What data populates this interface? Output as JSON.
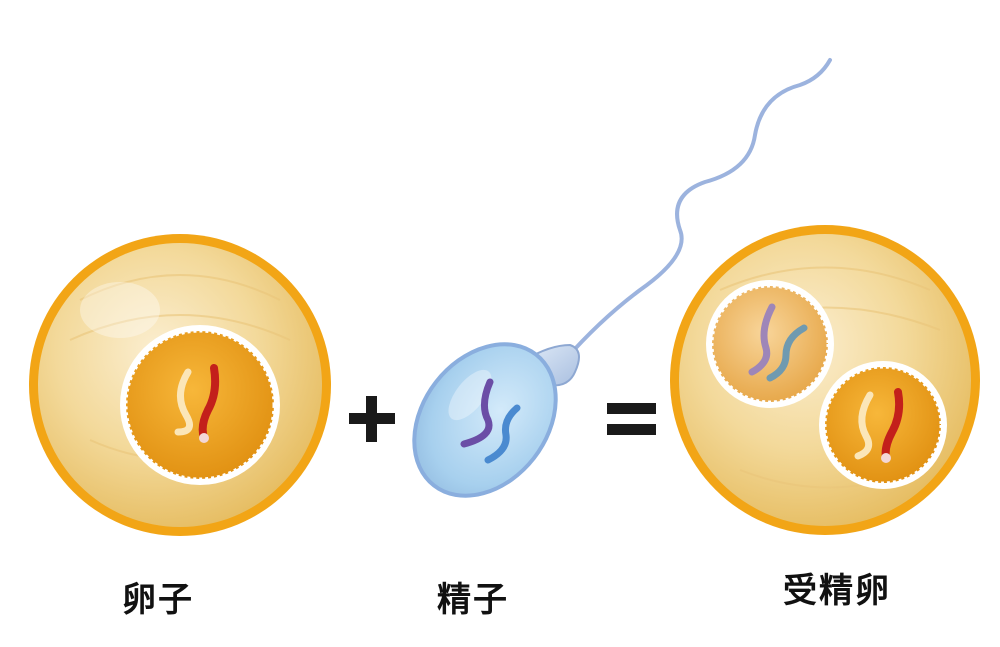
{
  "labels": {
    "egg": "卵子",
    "sperm": "精子",
    "zygote": "受精卵"
  },
  "symbols": {
    "plus": "+",
    "equals": "="
  },
  "colors": {
    "background": "#ffffff",
    "cell_rim": "#f2a516",
    "cytoplasm": "#f1d38f",
    "nucleus": "#f2a21a",
    "chromosome_red": "#c3201b",
    "chromosome_pale": "#fbe6b8",
    "sperm_head": "#a9d2ee",
    "chromosome_purple": "#6b4ea6",
    "chromosome_blue": "#4a8ad0"
  }
}
